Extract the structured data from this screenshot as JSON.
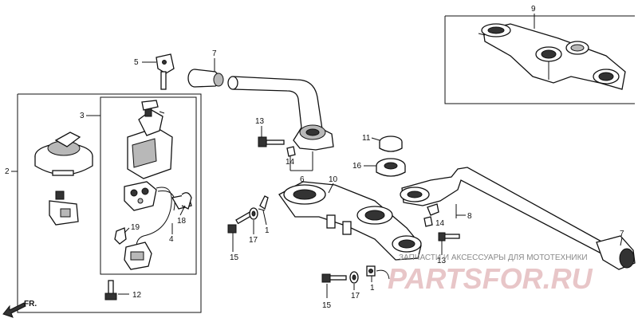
{
  "labels": [
    "1",
    "2",
    "3",
    "4",
    "5",
    "6",
    "7",
    "8",
    "9",
    "10",
    "11",
    "12",
    "13",
    "14",
    "15",
    "16",
    "17",
    "18",
    "19"
  ],
  "watermark": {
    "line1": "ЗАПЧАСТИ И АКСЕССУАРЫ ДЛЯ МОТОТЕХНИКИ",
    "brand": "PARTSFOR.RU"
  },
  "direction": "FR."
}
